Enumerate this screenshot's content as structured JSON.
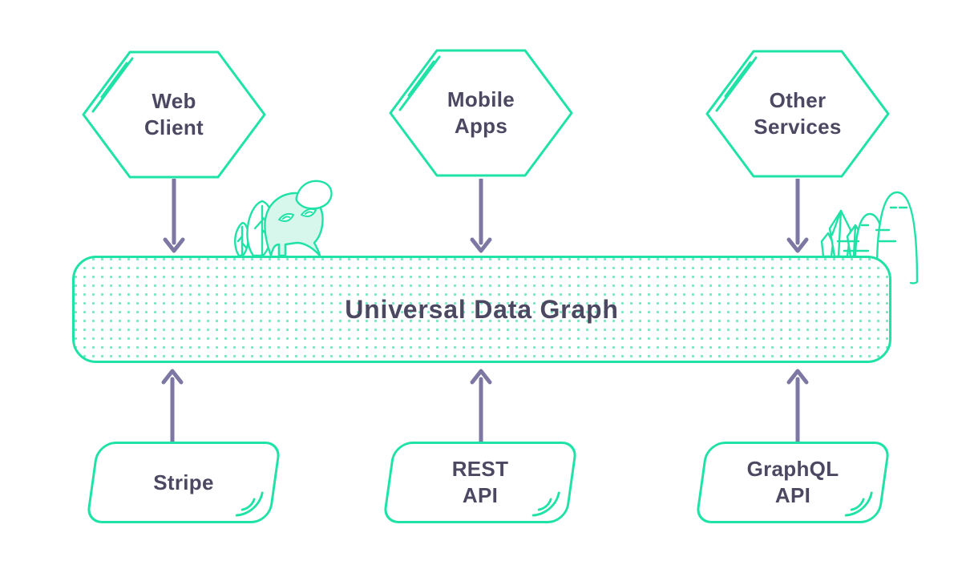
{
  "bar": {
    "title": "Universal Data Graph"
  },
  "top_nodes": [
    {
      "id": "web-client",
      "line1": "Web",
      "line2": "Client"
    },
    {
      "id": "mobile-apps",
      "line1": "Mobile",
      "line2": "Apps"
    },
    {
      "id": "other-services",
      "line1": "Other",
      "line2": "Services"
    }
  ],
  "bottom_nodes": [
    {
      "id": "stripe",
      "line1": "Stripe",
      "line2": ""
    },
    {
      "id": "rest-api",
      "line1": "REST",
      "line2": "API"
    },
    {
      "id": "graphql-api",
      "line1": "GraphQL",
      "line2": "API"
    }
  ],
  "palette": {
    "teal_stroke": "#1fe3a6",
    "dot_teal": "#76e9c5",
    "mint_fill": "#d8f7ec",
    "text_purple": "#4c4862",
    "arrow_purple": "#7d77a3",
    "background": "#ffffff"
  },
  "decorations": {
    "left": "sprout-mascot-with-leaf-trees",
    "right": "crystal-cluster-and-hills"
  }
}
